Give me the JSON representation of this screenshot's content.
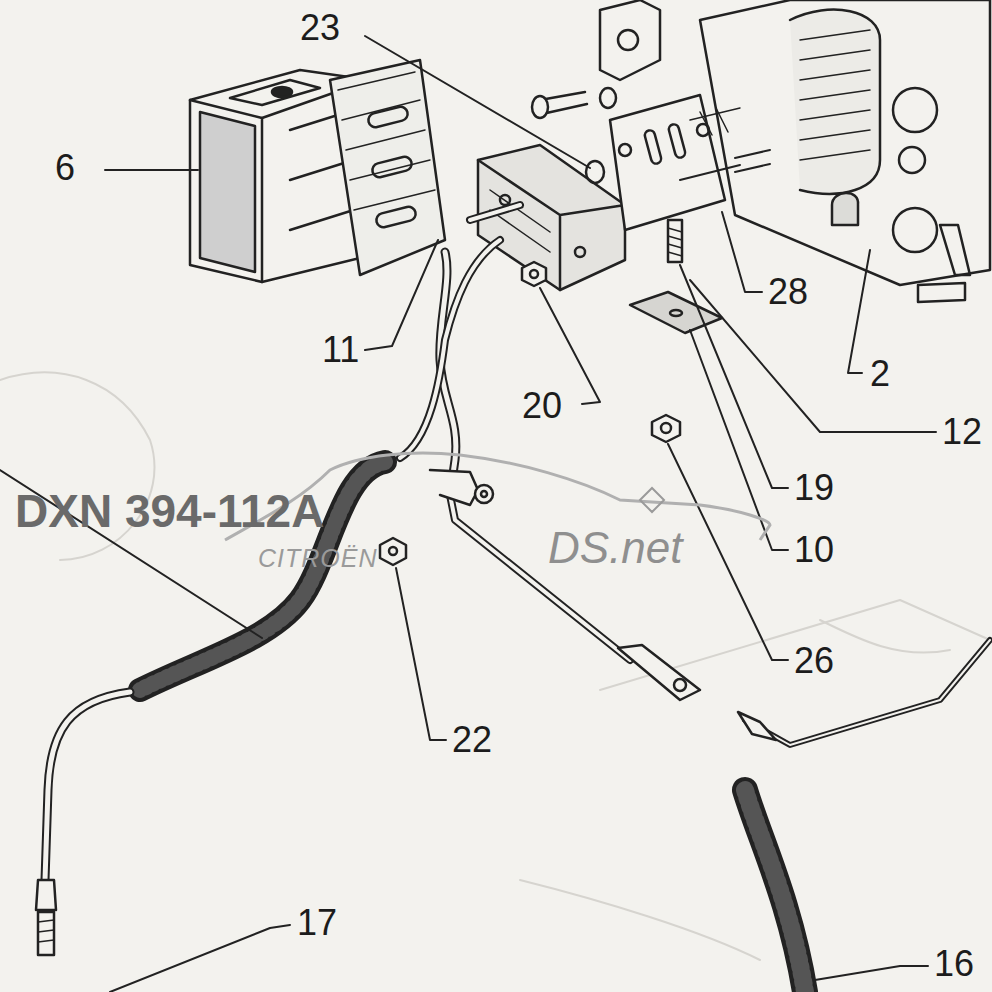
{
  "diagram": {
    "labels": [
      "23",
      "6",
      "11",
      "20",
      "28",
      "2",
      "12",
      "19",
      "10",
      "26",
      "22",
      "17",
      "16",
      "DXN 394-112A",
      "CITROËN",
      "DS.net"
    ]
  }
}
